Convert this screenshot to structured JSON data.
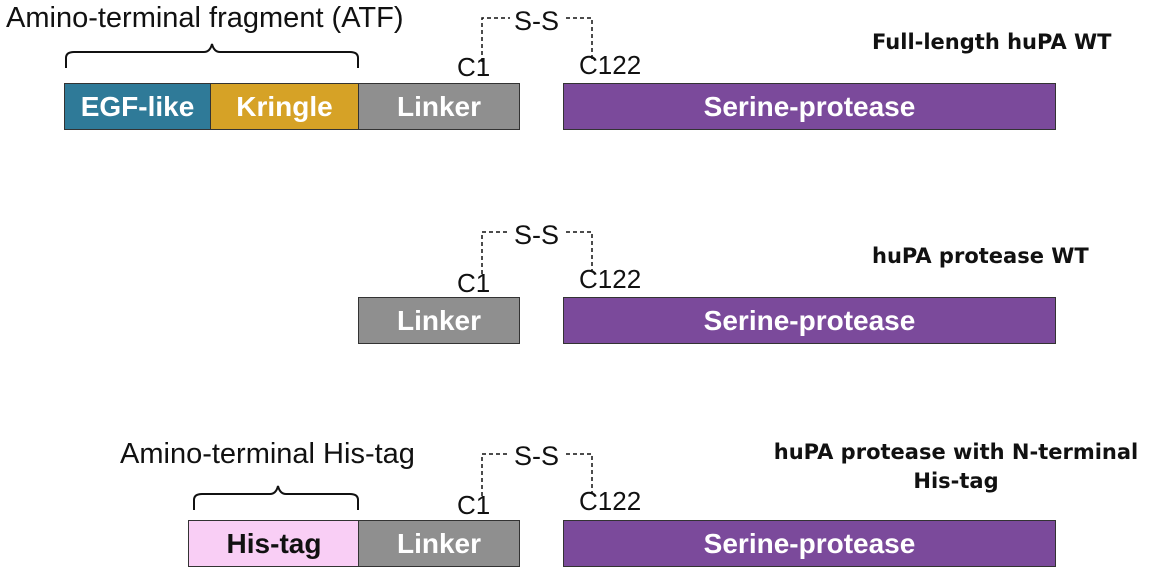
{
  "row1": {
    "title": "Full-length huPA WT",
    "bracket_label": "Amino-terminal fragment (ATF)",
    "egf_label": "EGF-like",
    "kringle_label": "Kringle",
    "linker_label": "Linker",
    "protease_label": "Serine-protease",
    "ss_label": "S-S",
    "c1_label": "C1",
    "c122_label": "C122"
  },
  "row2": {
    "title": "huPA protease WT",
    "linker_label": "Linker",
    "protease_label": "Serine-protease",
    "ss_label": "S-S",
    "c1_label": "C1",
    "c122_label": "C122"
  },
  "row3": {
    "title_line1": "huPA protease with N-terminal",
    "title_line2": "His-tag",
    "bracket_label": "Amino-terminal His-tag",
    "histag_label": "His-tag",
    "linker_label": "Linker",
    "protease_label": "Serine-protease",
    "ss_label": "S-S",
    "c1_label": "C1",
    "c122_label": "C122"
  },
  "colors": {
    "egf": "#2f7a98",
    "kringle": "#d6a226",
    "linker": "#8f8f8f",
    "protease": "#7b4a9b",
    "histag": "#f9cef5"
  }
}
